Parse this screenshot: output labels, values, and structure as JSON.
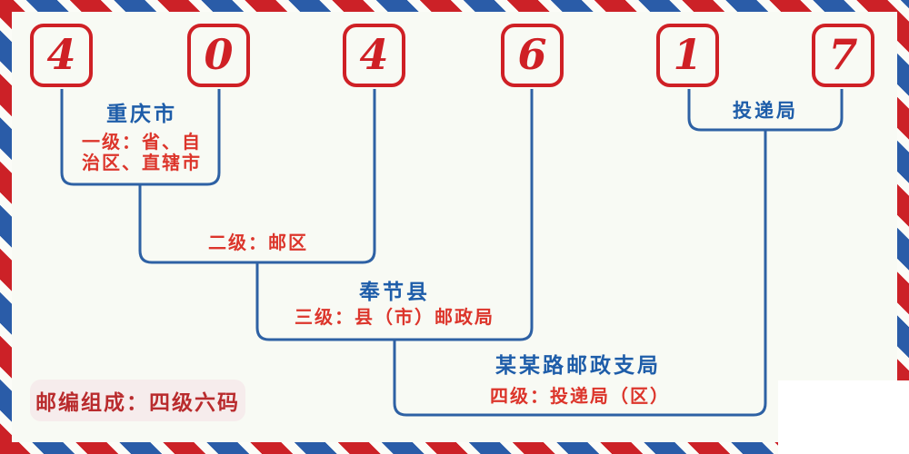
{
  "postal_code": {
    "value": "404617",
    "digits": [
      "4",
      "0",
      "4",
      "6",
      "1",
      "7"
    ]
  },
  "annotations": {
    "level1": {
      "region": "重庆市",
      "desc_line1": "一级：省、自",
      "desc_line2": "治区、直辖市"
    },
    "level2": {
      "desc": "二级：邮区"
    },
    "level3": {
      "region": "奉节县",
      "desc": "三级：县（市）邮政局"
    },
    "level4": {
      "region": "某某路邮政支局",
      "desc": "四级：投递局（区）"
    },
    "delivery_office": {
      "name": "投递局"
    }
  },
  "badge": {
    "label": "邮编组成：四级六码"
  },
  "colors": {
    "digit_red": "#cf2025",
    "line_blue": "#2e61a4",
    "name_blue": "#1e5da9",
    "desc_red": "#dc352b",
    "stripe_red": "#cc2127",
    "stripe_blue": "#2a5ca8",
    "panel_bg": "#f8faf4",
    "badge_bg": "#f6ecec",
    "badge_text": "#b92b2d"
  }
}
